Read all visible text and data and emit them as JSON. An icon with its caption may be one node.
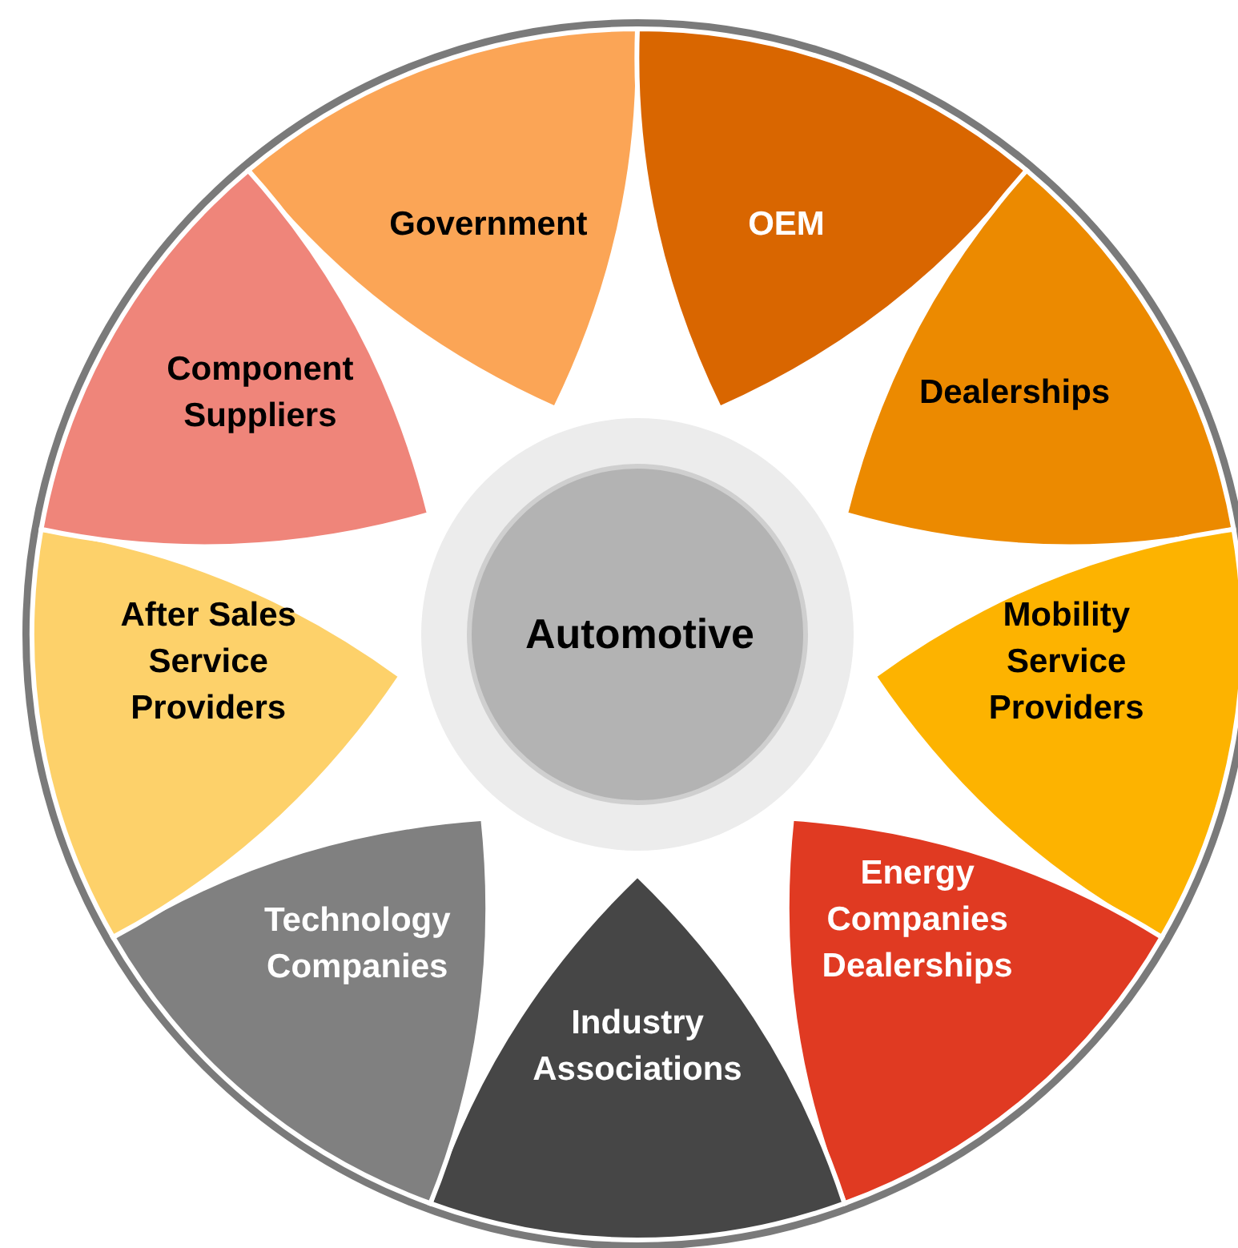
{
  "diagram": {
    "nodes": [
      {
        "text": [],
        "shape": "circle"
      },
      {
        "text": [
          "Automotive"
        ],
        "in": 0
      },
      {
        "text": [
          "Government"
        ],
        "in": 0
      },
      {
        "text": [
          "OEM"
        ],
        "in": 0
      },
      {
        "text": [
          "Dealerships"
        ],
        "in": 0
      },
      {
        "text": [
          "Mobility Service Providers"
        ],
        "in": 0
      },
      {
        "text": [
          "Energy Companies Dealerships"
        ],
        "in": 0
      },
      {
        "text": [
          "Industry Associations"
        ],
        "in": 0
      },
      {
        "text": [
          "Technology Companies"
        ],
        "in": 0
      },
      {
        "text": [
          "After Sales Service Providers"
        ],
        "in": 0
      },
      {
        "text": [
          "Component Suppliers"
        ],
        "in": 0
      }
    ]
  }
}
